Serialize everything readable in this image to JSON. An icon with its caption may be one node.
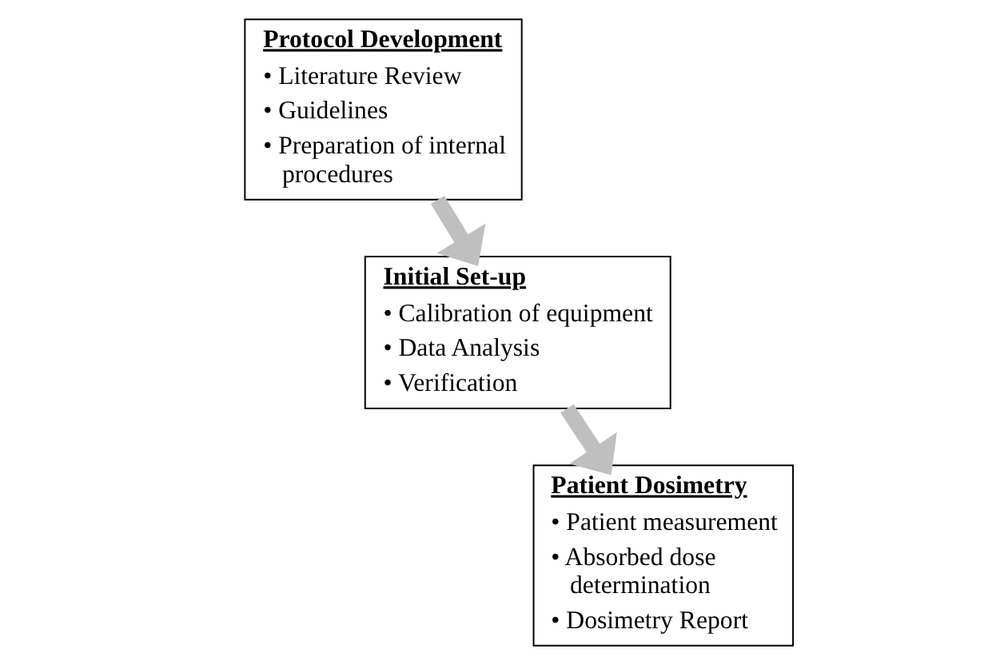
{
  "diagram": {
    "nodes": [
      {
        "text": [
          "Protocol Development",
          "• Literature Review",
          "• Guidelines",
          "• Preparation of internal procedures"
        ]
      },
      {
        "text": [
          "Initial Set-up",
          "• Calibration of equipment",
          "• Data Analysis",
          "• Verification"
        ]
      },
      {
        "text": [
          "Patient Dosimetry",
          "• Patient measurement",
          "• Absorbed dose determination",
          "• Dosimetry Report"
        ]
      }
    ],
    "edges": [
      {
        "from": 0,
        "to": 1,
        "arrow": "to"
      },
      {
        "from": 1,
        "to": 2,
        "arrow": "to"
      }
    ]
  }
}
